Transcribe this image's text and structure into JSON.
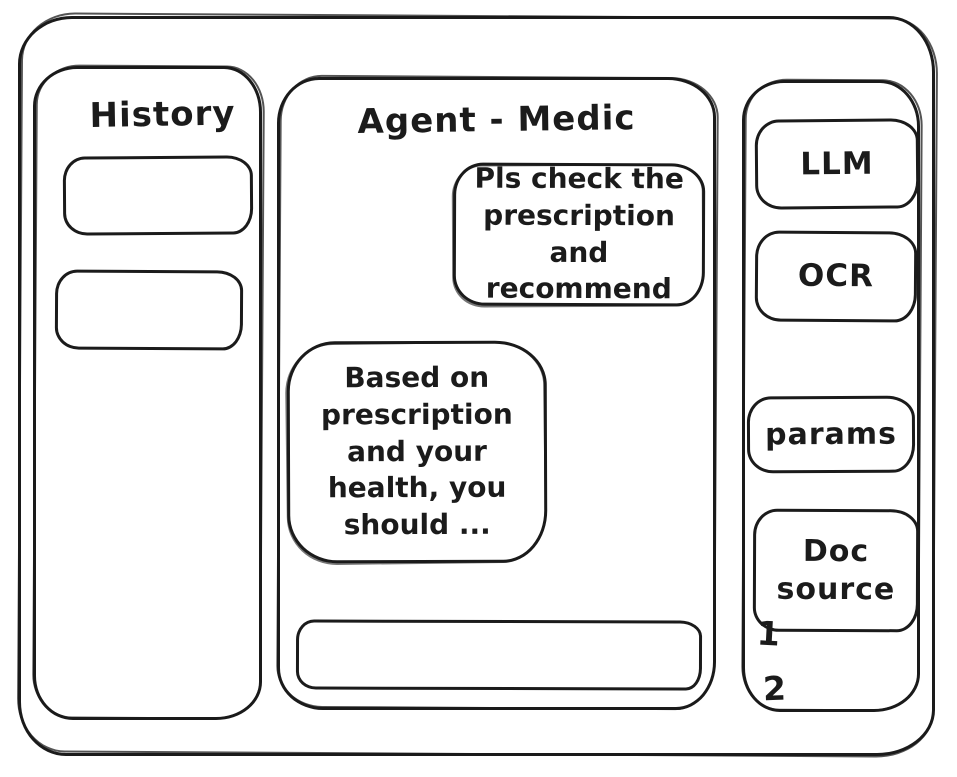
{
  "history_panel": {
    "title": "History"
  },
  "chat_panel": {
    "title": "Agent - Medic",
    "messages": [
      {
        "role": "user",
        "text": "Pls check the prescription and recommend"
      },
      {
        "role": "assistant",
        "text": "Based on prescription and your health, you should ..."
      }
    ],
    "input": {
      "value": ""
    }
  },
  "tools_panel": {
    "buttons": [
      {
        "label": "LLM"
      },
      {
        "label": "OCR"
      },
      {
        "label": "params"
      },
      {
        "label": "Doc source"
      }
    ],
    "doc_source_items": [
      "1",
      "2"
    ]
  },
  "colors": {
    "stroke": "#1b1b1b",
    "background": "#ffffff"
  }
}
